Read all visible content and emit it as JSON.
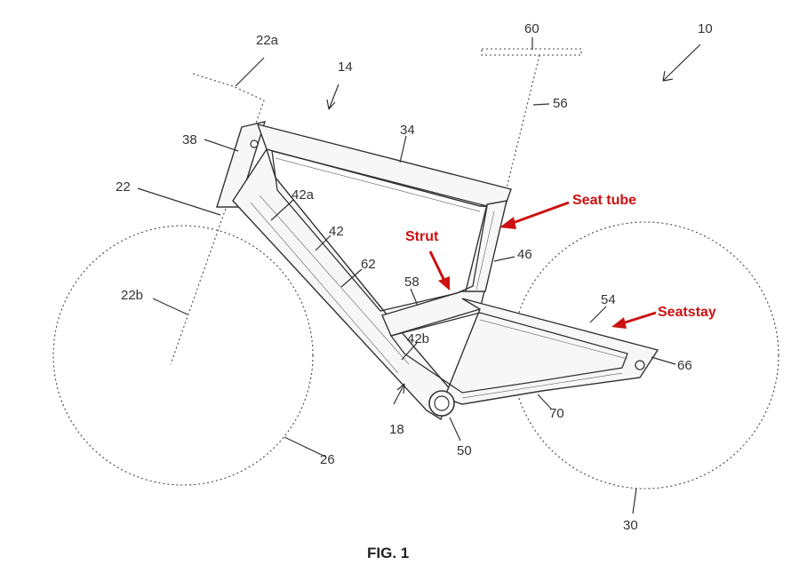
{
  "figure_caption": "FIG. 1",
  "reference_labels": {
    "r10": "10",
    "r14": "14",
    "r18": "18",
    "r22": "22",
    "r22a": "22a",
    "r22b": "22b",
    "r26": "26",
    "r30": "30",
    "r34": "34",
    "r38": "38",
    "r42": "42",
    "r42a": "42a",
    "r42b": "42b",
    "r46": "46",
    "r50": "50",
    "r54": "54",
    "r56": "56",
    "r58": "58",
    "r60": "60",
    "r62": "62",
    "r66": "66",
    "r70": "70"
  },
  "callouts": {
    "seat_tube": "Seat tube",
    "strut": "Strut",
    "seatstay": "Seatstay"
  },
  "colors": {
    "callout": "#cc1111",
    "line": "#333333",
    "background": "#ffffff"
  }
}
